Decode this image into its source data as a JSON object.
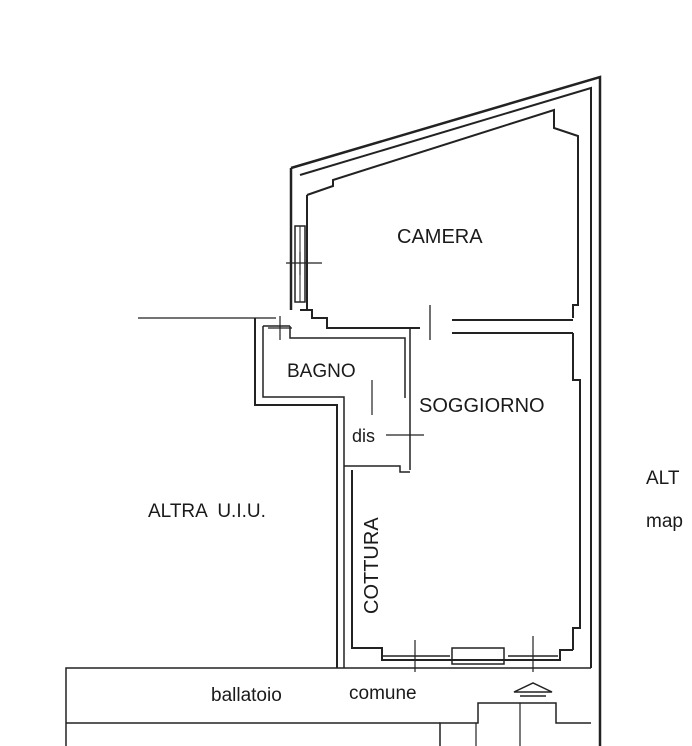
{
  "rooms": {
    "camera": "CAMERA",
    "bagno": "BAGNO",
    "soggiorno": "SOGGIORNO",
    "dis": "dis",
    "cottura": "COTTURA"
  },
  "outside": {
    "altra_uiu": "ALTRA  U.I.U.",
    "alt_right": "ALT",
    "map_right": "map",
    "ballatoio": "ballatoio",
    "comune": "comune"
  }
}
